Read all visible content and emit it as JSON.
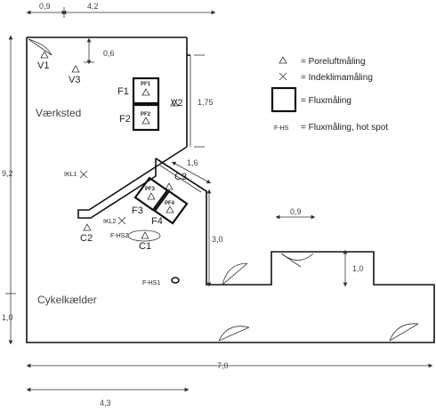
{
  "dimensions": {
    "top_left": "0,9",
    "top_right": "4,2",
    "v3_offset": "0,6",
    "v2_side": "1,75",
    "diag": "1,6",
    "left_total": "9,2",
    "left_bottom": "1,0",
    "inner_height": "3,0",
    "step_width": "0,9",
    "step_height": "1,0",
    "total_width": "7,0",
    "lower_width": "4,3"
  },
  "rooms": {
    "workshop": "Værksted",
    "bike_cellar": "Cykelkælder"
  },
  "points": {
    "v1": "V1",
    "v2": "V2",
    "v3": "V3",
    "c1": "C1",
    "c2": "C2",
    "c3": "C3",
    "f1": "F1",
    "f2": "F2",
    "f3": "F3",
    "f4": "F4",
    "pf1": "PF1",
    "pf2": "PF2",
    "pf3": "PF3",
    "pf4": "PF4",
    "ikl1": "IKL1",
    "ikl2": "IKL2",
    "fhs1": "F-HS1",
    "fhs2": "F-HS2"
  },
  "legend": {
    "pore_air": "= Poreluftmåling",
    "indoor": "= Indeklimamåling",
    "flux": "= Fluxmåling",
    "hs_code": "F-HS",
    "flux_hotspot": "= Fluxmåling, hot spot"
  },
  "icons": {
    "pore_air": "triangle-icon",
    "indoor": "cross-icon",
    "flux": "square-icon"
  }
}
